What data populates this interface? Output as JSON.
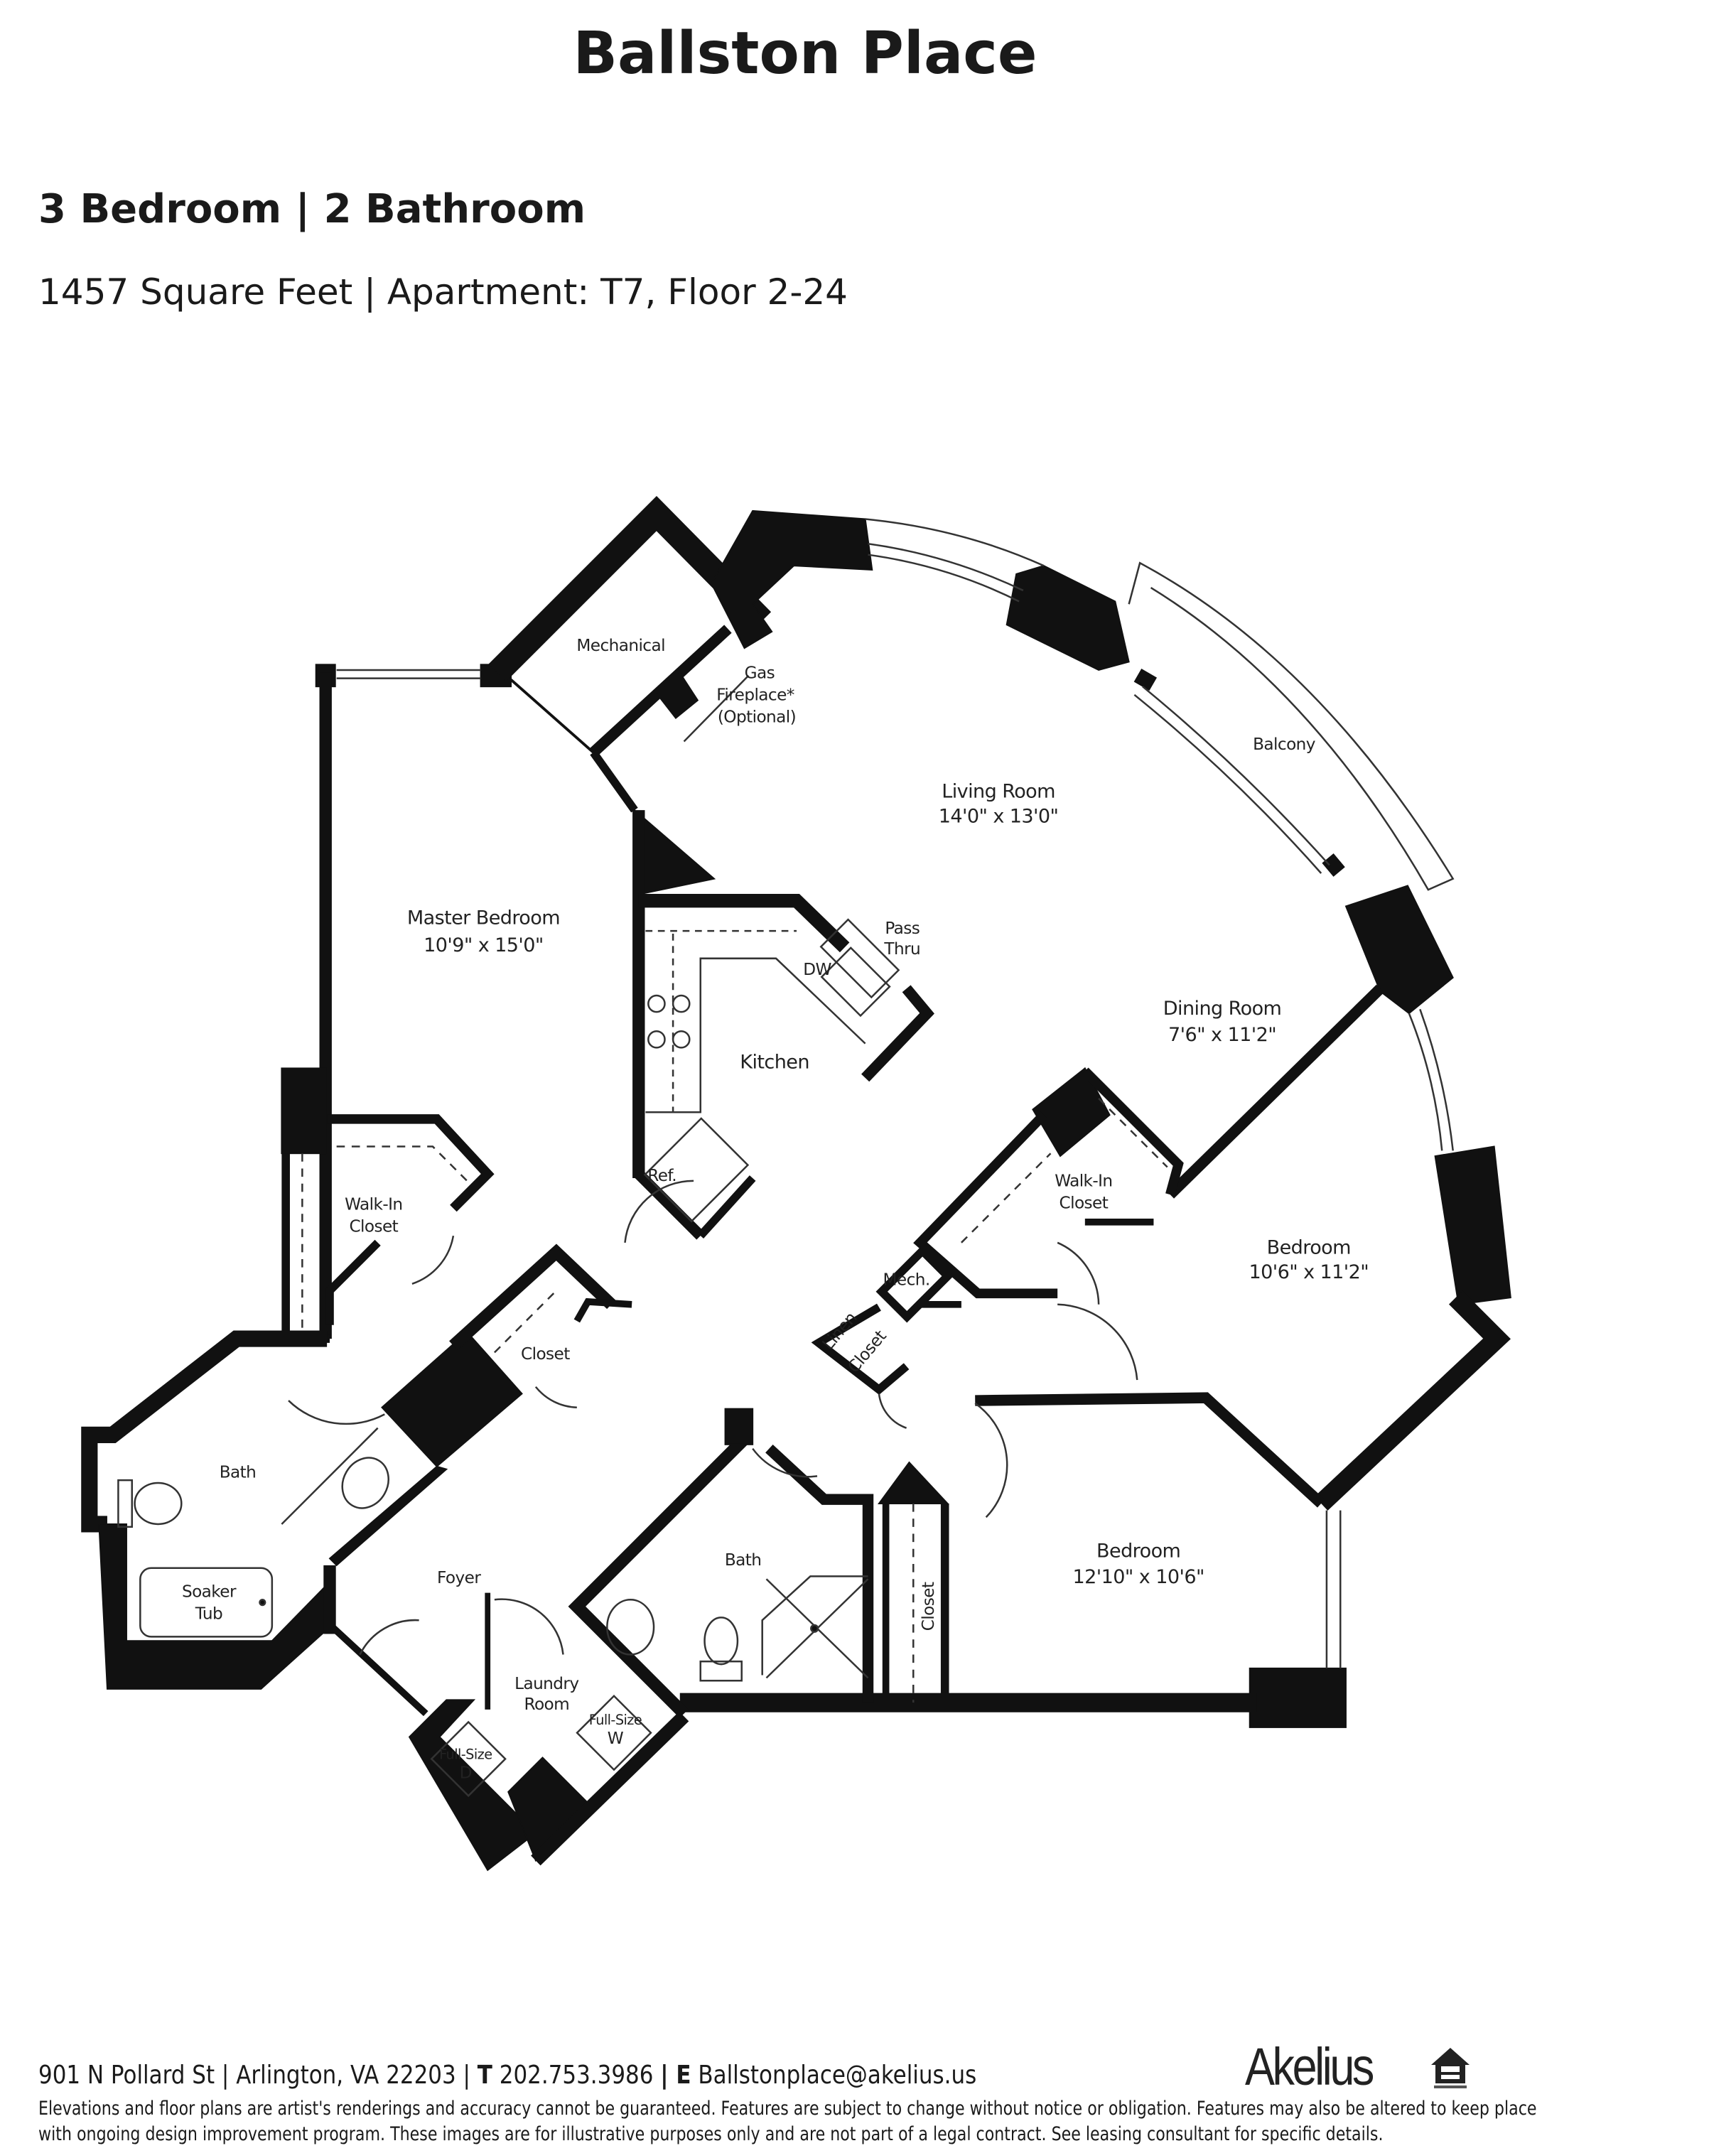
{
  "header": {
    "title": "Ballston Place",
    "unit_type": "3 Bedroom | 2 Bathroom",
    "details": "1457 Square Feet | Apartment: T7, Floor 2-24"
  },
  "floorplan": {
    "rooms": {
      "mechanical": "Mechanical",
      "fireplace_1": "Gas",
      "fireplace_2": "Fireplace*",
      "fireplace_3": "(Optional)",
      "balcony": "Balcony",
      "living_name": "Living Room",
      "living_dim": "14'0\" x 13'0\"",
      "master_name": "Master Bedroom",
      "master_dim": "10'9\" x 15'0\"",
      "pass_1": "Pass",
      "pass_2": "Thru",
      "dw": "DW",
      "kitchen": "Kitchen",
      "dining_name": "Dining Room",
      "dining_dim": "7'6\" x 11'2\"",
      "ref": "Ref.",
      "walkin_1": "Walk-In",
      "walkin_2": "Closet",
      "walkin_master_1": "Walk-In",
      "walkin_master_2": "Closet",
      "bedroom_a_name": "Bedroom",
      "bedroom_a_dim": "10'6\" x 11'2\"",
      "mech": "Mech.",
      "linen_1": "Linen",
      "linen_2": "Closet",
      "closet_foyer": "Closet",
      "master_bath": "Bath",
      "tub_1": "Soaker",
      "tub_2": "Tub",
      "foyer": "Foyer",
      "bath2": "Bath",
      "bedroom_b_name": "Bedroom",
      "bedroom_b_dim": "12'10\" x 10'6\"",
      "closet_bedroom": "Closet",
      "laundry_1": "Laundry",
      "laundry_2": "Room",
      "washer_1": "Full-Size",
      "washer_2": "W",
      "dryer_1": "Full-Size",
      "dryer_2": "D"
    }
  },
  "footer": {
    "address": "901 N Pollard St | Arlington, VA 22203 | ",
    "phone_label": "T",
    "phone": " 202.753.3986 ",
    "email_sep": "| E",
    "email": " Ballstonplace@akelius.us",
    "logo": "Akelius",
    "disclaimer_1": "Elevations and floor plans are artist's renderings and accuracy cannot be guaranteed. Features are subject to change without notice or obligation. Features may also be altered to keep place",
    "disclaimer_2": "with ongoing design improvement program. These images are for illustrative purposes only and are not part of a legal contract. See leasing consultant for specific details."
  },
  "colors": {
    "wall": "#111111",
    "text": "#1a1a1a",
    "background": "#ffffff"
  }
}
